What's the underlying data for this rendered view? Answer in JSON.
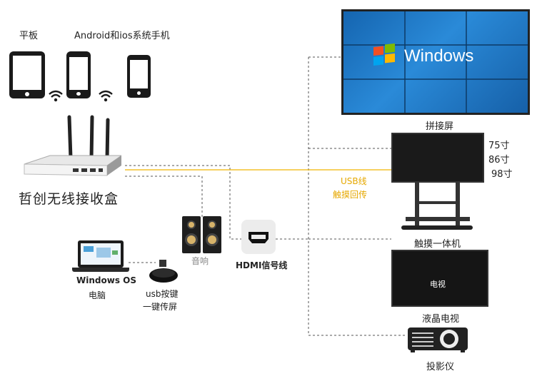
{
  "labels": {
    "tablet": "平板",
    "phone": "Android和ios系统手机",
    "receiver": "哲创无线接收盒",
    "speaker": "音响",
    "hdmi": "HDMI信号线",
    "laptop_os": "Windows OS",
    "laptop": "电脑",
    "usb_key_line1": "usb按键",
    "usb_key_line2": "一键传屏",
    "usb_line": "USB线",
    "touch_back": "触摸回传",
    "video_wall": "拼接屏",
    "touch_panel": "触摸一体机",
    "sizes": [
      "75寸",
      "86寸",
      "98寸"
    ],
    "tv": "液晶电视",
    "tv_screen": "电视",
    "projector": "投影仪",
    "windows_logo_text": "Windows"
  },
  "colors": {
    "usb_line": "#f0b400",
    "usb_text": "#e6a800",
    "dashed": "#555555",
    "wall_blue": "#1b73c4",
    "dark": "#1c1c1c"
  },
  "icons": [
    "wifi-icon",
    "tablet-icon",
    "phone-icon",
    "router-icon",
    "speaker-icon",
    "hdmi-icon",
    "laptop-icon",
    "usb-key-icon",
    "video-wall-icon",
    "touch-panel-icon",
    "tv-icon",
    "projector-icon"
  ]
}
